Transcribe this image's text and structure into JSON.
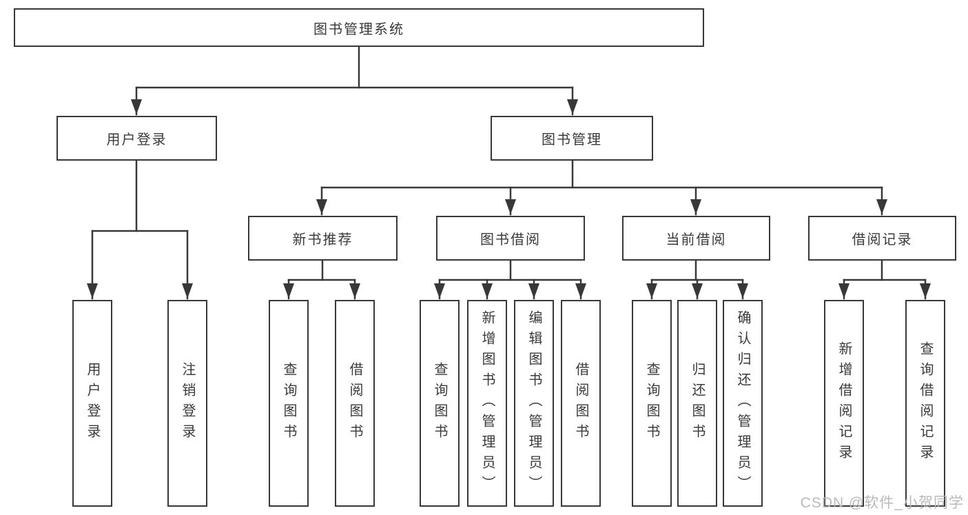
{
  "diagram": {
    "tree": {
      "root": {
        "label": "图书管理系统"
      },
      "branches": [
        {
          "label": "用户登录",
          "children": [
            {
              "label": "用户登录"
            },
            {
              "label": "注销登录"
            }
          ]
        },
        {
          "label": "图书管理",
          "children": [
            {
              "label": "新书推荐",
              "children": [
                {
                  "label": "查询图书"
                },
                {
                  "label": "借阅图书"
                }
              ]
            },
            {
              "label": "图书借阅",
              "children": [
                {
                  "label": "查询图书"
                },
                {
                  "label": "新增图书（管理员）"
                },
                {
                  "label": "编辑图书（管理员）"
                },
                {
                  "label": "借阅图书"
                }
              ]
            },
            {
              "label": "当前借阅",
              "children": [
                {
                  "label": "查询图书"
                },
                {
                  "label": "归还图书"
                },
                {
                  "label": "确认归还（管理员）"
                }
              ]
            },
            {
              "label": "借阅记录",
              "children": [
                {
                  "label": "新增借阅记录"
                },
                {
                  "label": "查询借阅记录"
                }
              ]
            }
          ]
        }
      ]
    },
    "colors": {
      "ink": "#383838",
      "box_background": "#ffffff",
      "watermark": "#b9b9b9"
    }
  },
  "watermark": {
    "text": "CSDN @软件_小贺同学"
  }
}
